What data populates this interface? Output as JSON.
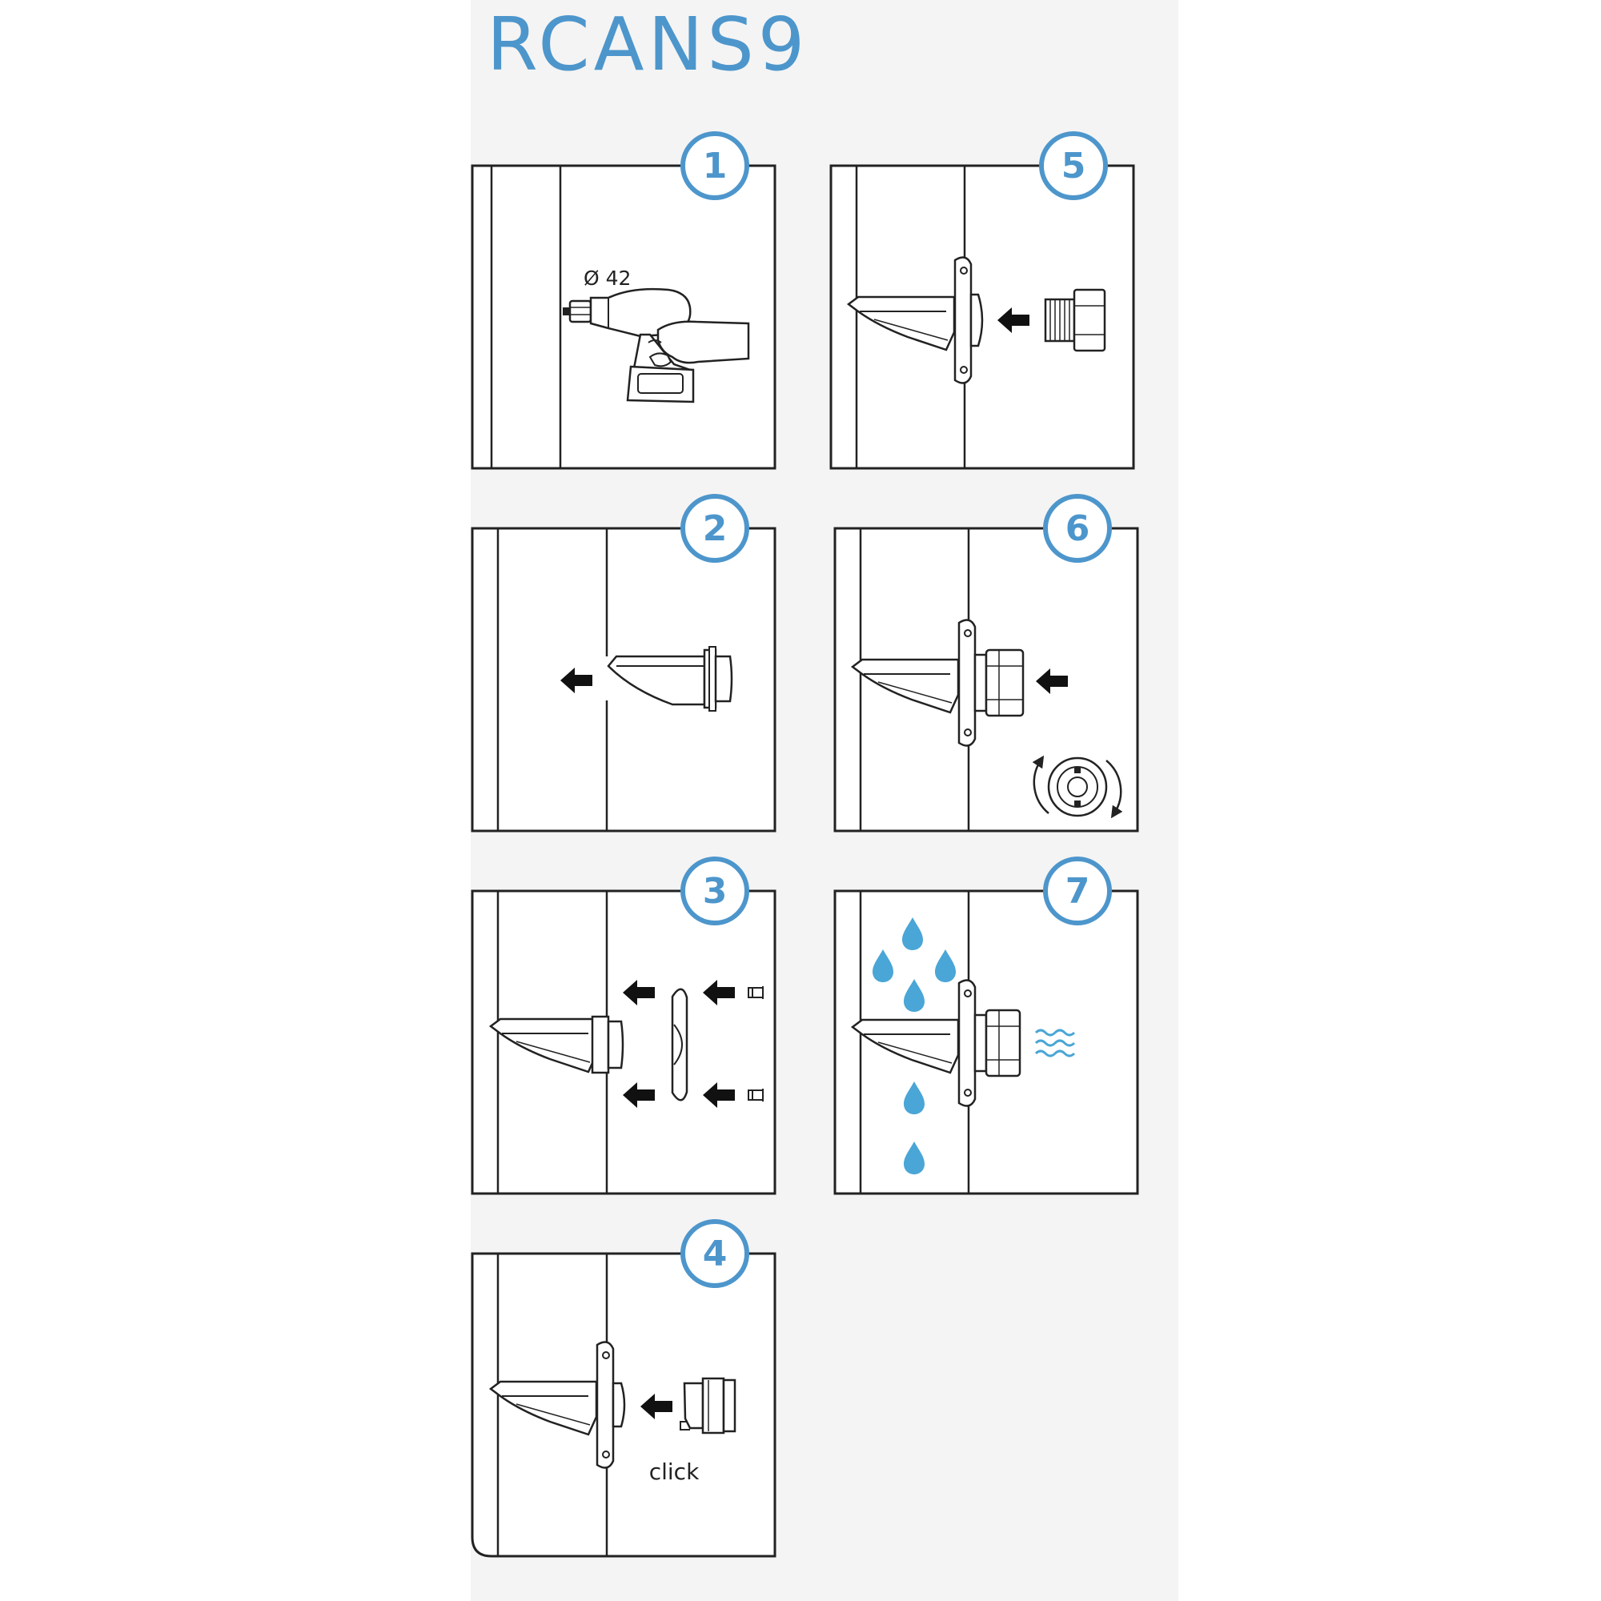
{
  "title": "RCANS9",
  "accent_color": "#4d96cc",
  "drop_color": "#4aa6d6",
  "steps": [
    {
      "number": "1",
      "label": "Ø 42",
      "icon": "hole-saw-drill-icon"
    },
    {
      "number": "2",
      "icon": "insert-spout-icon"
    },
    {
      "number": "3",
      "icon": "mount-flange-screws-icon"
    },
    {
      "number": "4",
      "label": "click",
      "icon": "click-connector-icon"
    },
    {
      "number": "5",
      "icon": "attach-adapter-icon"
    },
    {
      "number": "6",
      "icon": "screw-coupling-icon"
    },
    {
      "number": "7",
      "icon": "rain-water-flow-icon"
    }
  ]
}
